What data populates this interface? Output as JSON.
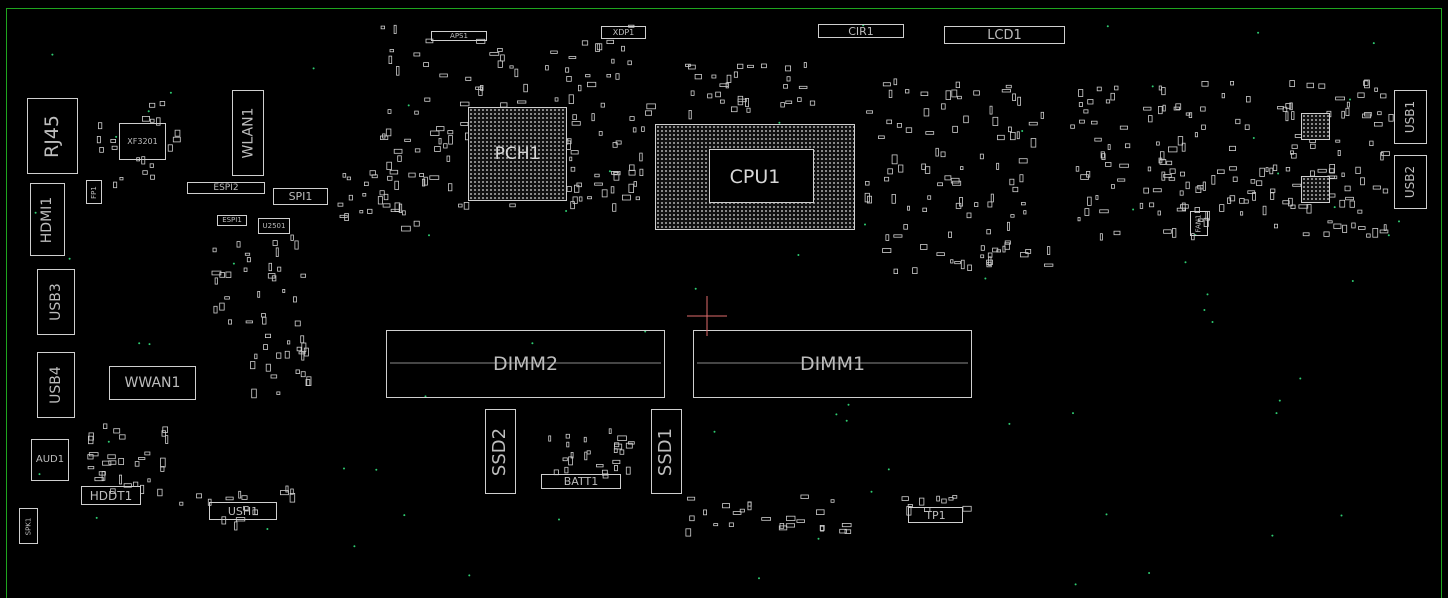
{
  "labels": {
    "rj45": "RJ45",
    "hdmi1": "HDMI1",
    "usb3": "USB3",
    "usb4": "USB4",
    "aud1": "AUD1",
    "spk1": "SPK1",
    "fp1": "FP1",
    "xf3201": "XF3201",
    "espi2": "ESPI2",
    "espi1": "ESPI1",
    "u2501": "U2501",
    "spi1": "SPI1",
    "wlan1": "WLAN1",
    "wwan1": "WWAN1",
    "hddt1": "HDDT1",
    "usbh1": "USH1",
    "pch1": "PCH1",
    "xdp1": "XDP1",
    "aps1": "APS1",
    "cpu1": "CPU1",
    "cir1": "CIR1",
    "lcd1": "LCD1",
    "dimm2": "DIMM2",
    "dimm1": "DIMM1",
    "ssd2": "SSD2",
    "ssd1": "SSD1",
    "batt1": "BATT1",
    "tp1": "TP1",
    "usb1": "USB1",
    "usb2": "USB2",
    "fan1": "FAN1"
  },
  "colors": {
    "background": "#000000",
    "outline": "#cfcfcf",
    "label": "#bdbdbd",
    "frame": "#1fa51f",
    "cursor": "#e06c6c",
    "via": "#2ecc71"
  }
}
